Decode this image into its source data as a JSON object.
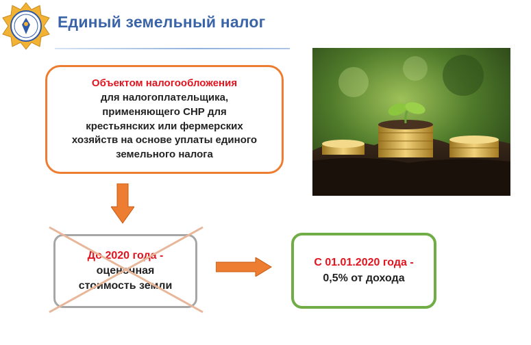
{
  "header": {
    "title": "Единый земельный налог",
    "logo_icon": "ministry-emblem-icon"
  },
  "object_box": {
    "highlight": "Объектом налогообложения",
    "lines": [
      "для налогоплательщика,",
      "применяющего СНР для",
      "крестьянских или фермерских",
      "хозяйств на основе уплаты единого",
      "земельного налога"
    ]
  },
  "old_rule": {
    "highlight": "До 2020 года -",
    "lines": [
      "оценочная",
      "стоимость земли"
    ],
    "crossed_out": true
  },
  "new_rule": {
    "highlight": "С 01.01.2020 года -",
    "lines": [
      "0,5% от дохода"
    ]
  },
  "colors": {
    "title": "#3a64a8",
    "accent_red": "#e0141e",
    "orange": "#ed7d31",
    "green": "#70ad47",
    "gray": "#a6a6a6"
  },
  "photo": {
    "icon": "coins-seedling-photo"
  }
}
